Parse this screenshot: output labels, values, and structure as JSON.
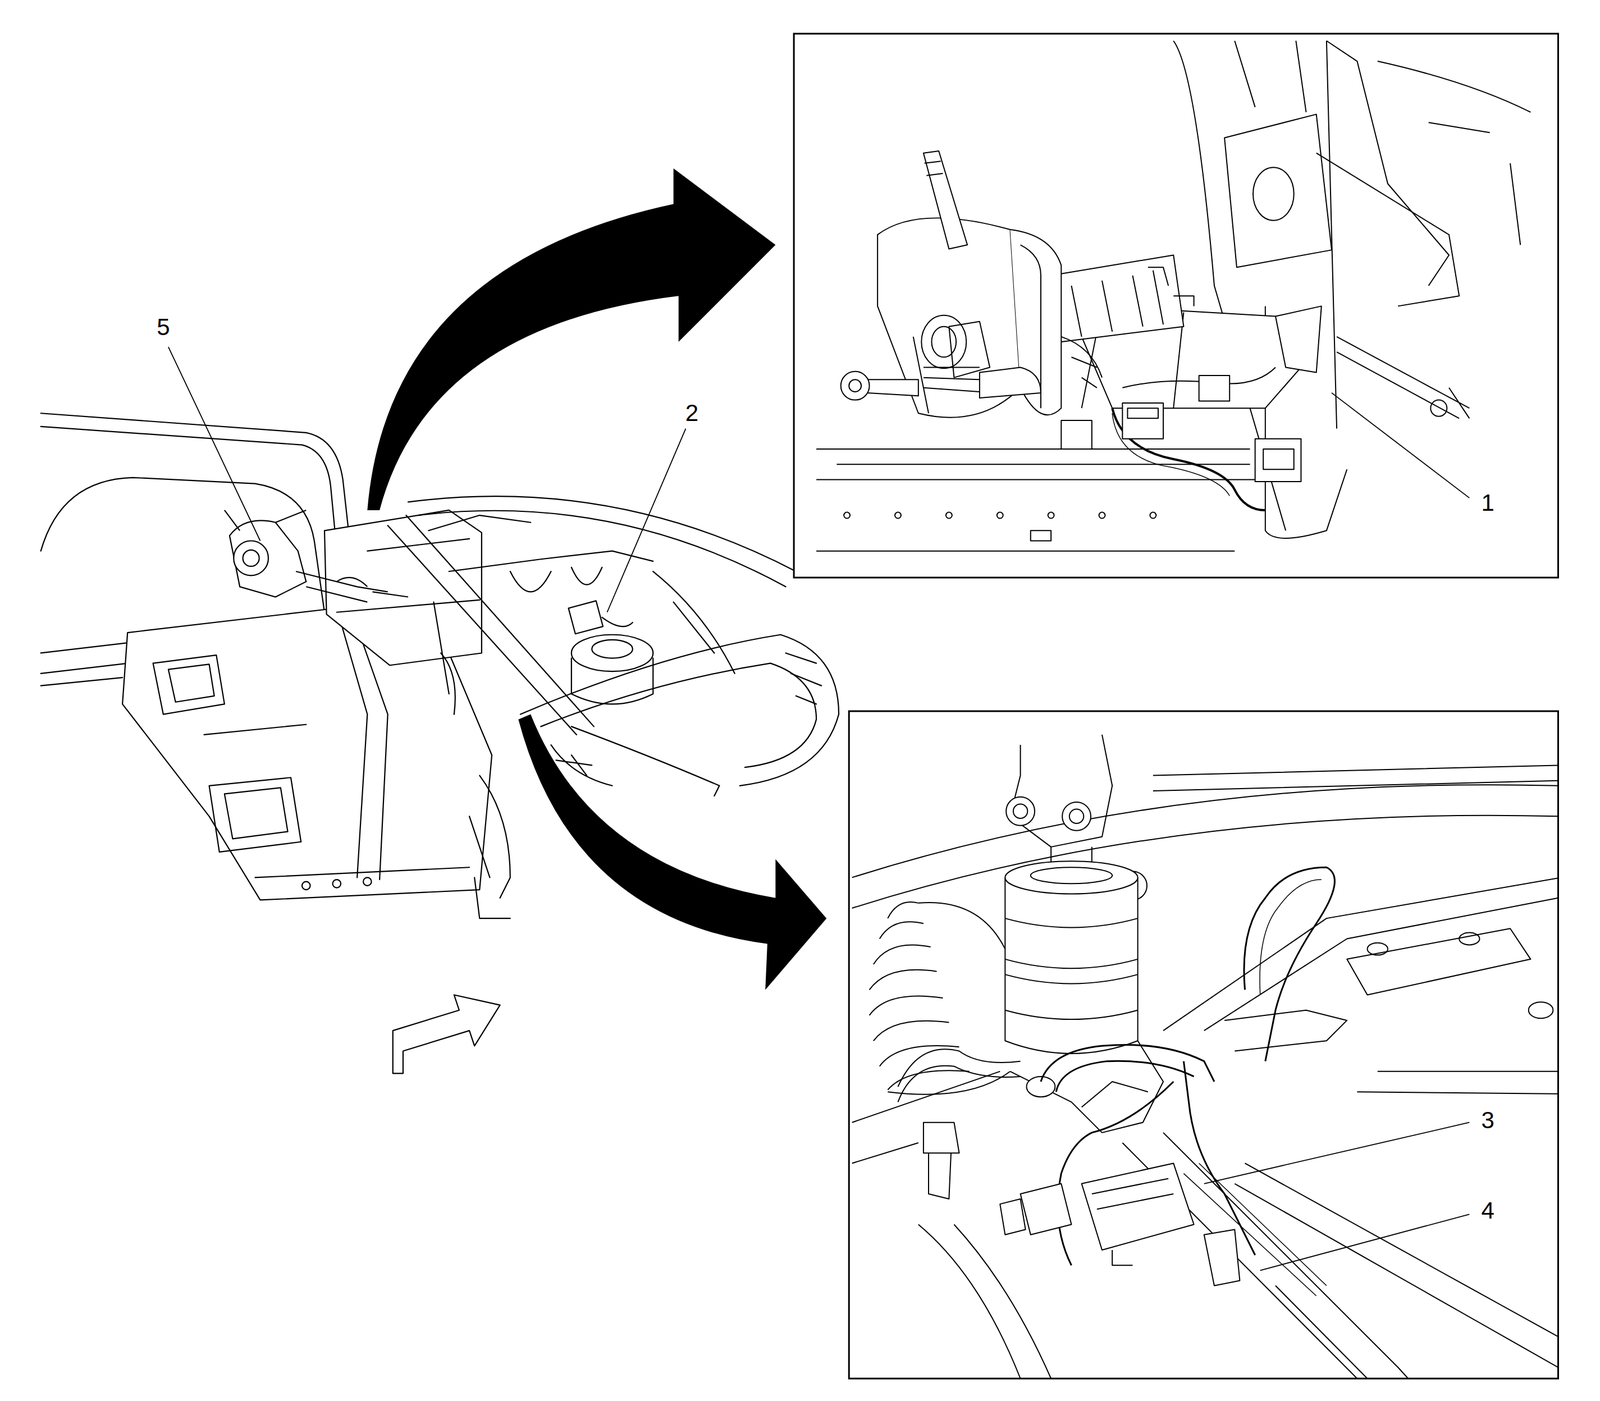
{
  "diagram": {
    "labels": [
      "5",
      "2",
      "1",
      "3",
      "4"
    ]
  }
}
